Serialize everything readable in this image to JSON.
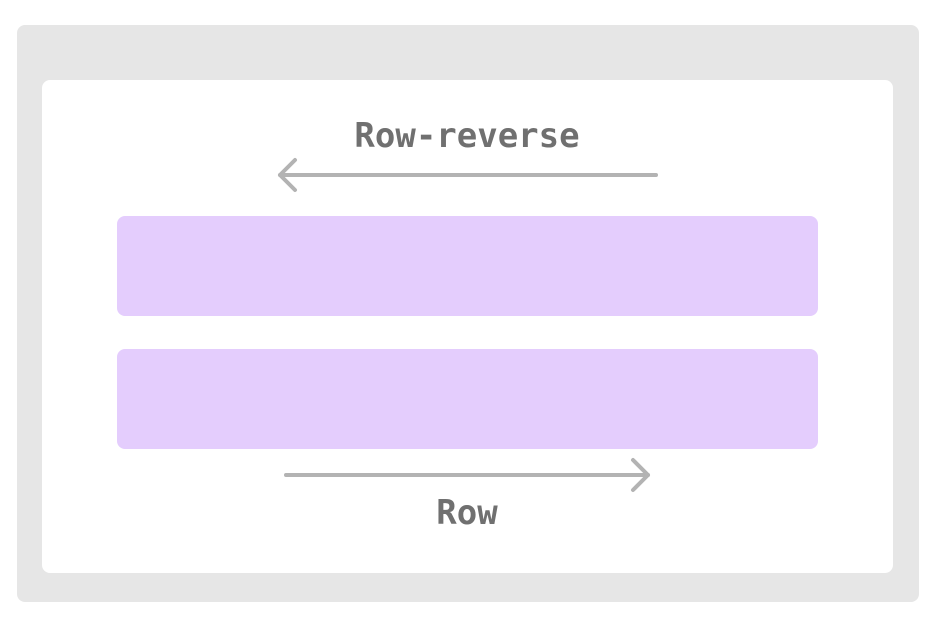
{
  "labels": {
    "top": "Row-reverse",
    "bottom": "Row"
  },
  "colors": {
    "frame": "#e6e6e6",
    "canvas": "#ffffff",
    "bar": "#e4cdfd",
    "arrow": "#b3b3b3",
    "text": "#707070"
  },
  "arrows": {
    "top_direction": "left",
    "bottom_direction": "right"
  }
}
